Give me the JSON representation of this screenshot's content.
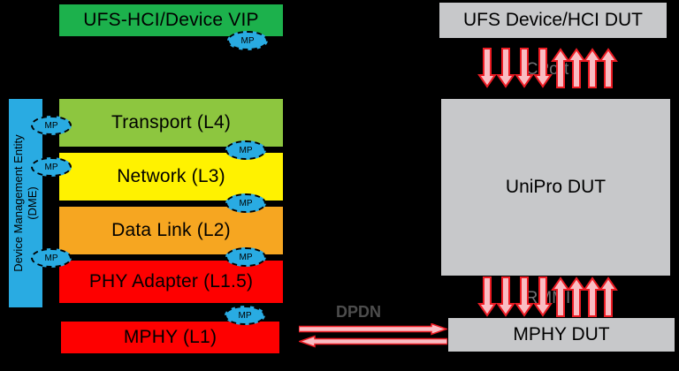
{
  "vip": {
    "label": "UFS-HCI/Device VIP",
    "color": "#1CB14C"
  },
  "dme": {
    "line1": "Device Management Entity",
    "line2": "(DME)",
    "color": "#29ABE2"
  },
  "layers": [
    {
      "label": "Transport (L4)",
      "color": "#8DC63F"
    },
    {
      "label": "Network (L3)",
      "color": "#FFF200"
    },
    {
      "label": "Data Link (L2)",
      "color": "#F6A621"
    },
    {
      "label": "PHY Adapter (L1.5)",
      "color": "#FE0000"
    },
    {
      "label": "MPHY (L1)",
      "color": "#FE0000"
    }
  ],
  "mp_label": "MP",
  "mp_color": "#29ABE2",
  "dut": {
    "ufs_label": "UFS Device/HCI DUT",
    "unipro_label": "UniPro DUT",
    "mphy_label": "MPHY DUT",
    "box_color": "#C7C8CA"
  },
  "connections": {
    "cport_label": "CPort",
    "rmmi_label": "RMMI",
    "dpdn_label": "DPDN",
    "arrow_fill": "#F9BDC3",
    "arrow_stroke": "#ED1C24",
    "label_color": "#717174",
    "dpdn_label_color": "#4D4D4D"
  },
  "background": "#000000"
}
